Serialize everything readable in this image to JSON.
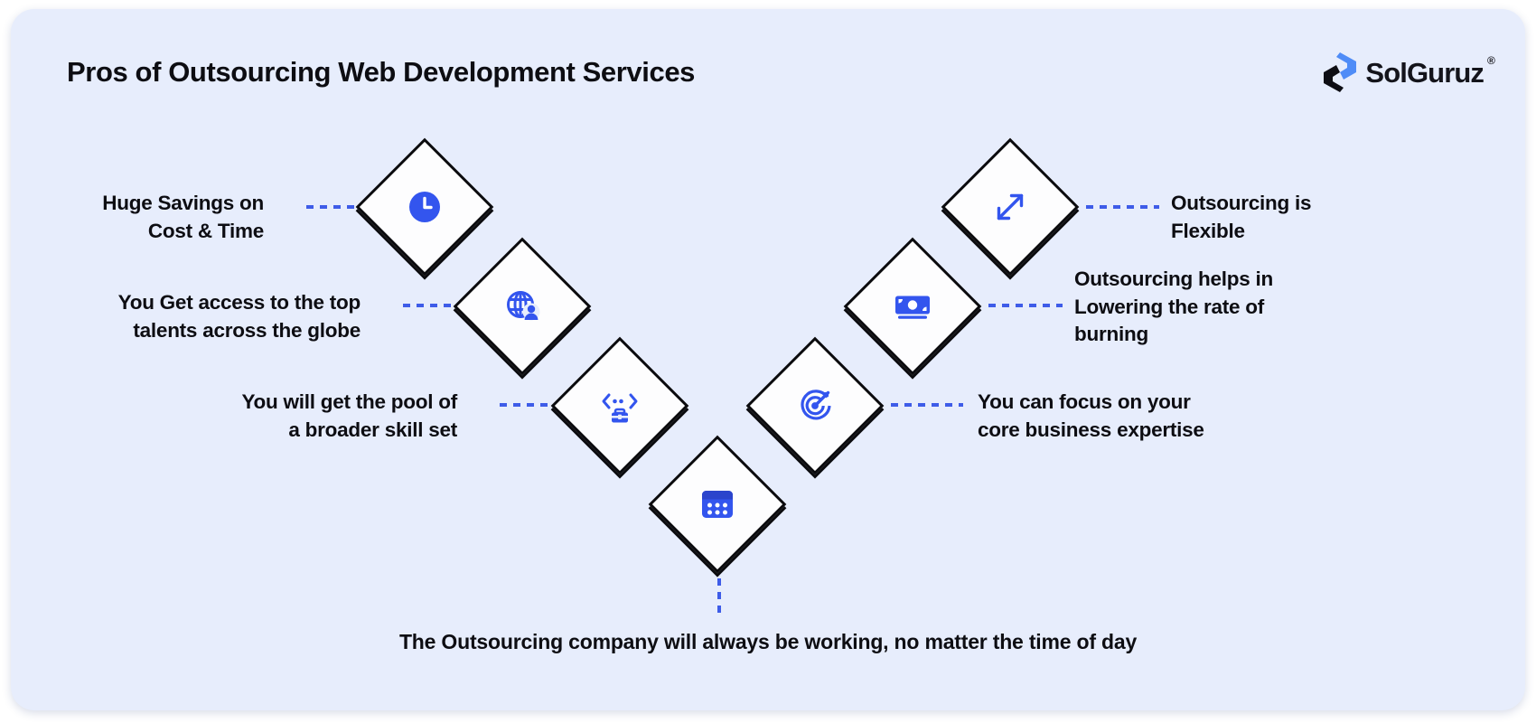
{
  "header": {
    "title": "Pros of Outsourcing Web Development Services",
    "logo_text": "SolGuruz",
    "logo_registered": "®"
  },
  "colors": {
    "background": "#E7EDFC",
    "page": "#FFFFFF",
    "accent_blue": "#3355EE",
    "logo_blue": "#4F8CF7",
    "ink": "#0D0D12",
    "connector": "#3E5CE8",
    "diamond_fill": "#FDFDFE",
    "diamond_border": "#0B0B0E"
  },
  "nodes": [
    {
      "id": "savings",
      "icon": "clock-icon",
      "label": "Huge Savings on\nCost & Time",
      "side": "left"
    },
    {
      "id": "top-talent",
      "icon": "globe-user-icon",
      "label": "You Get access to the top\ntalents across the globe",
      "side": "left"
    },
    {
      "id": "skill-set",
      "icon": "code-toolbox-icon",
      "label": "You will get the pool of\na broader skill set",
      "side": "left"
    },
    {
      "id": "always-on",
      "icon": "calendar-icon",
      "label": "The Outsourcing company will always be working, no matter the time of day",
      "side": "bottom"
    },
    {
      "id": "core-focus",
      "icon": "target-arrow-icon",
      "label": "You can focus on your\ncore business expertise",
      "side": "right"
    },
    {
      "id": "burn-rate",
      "icon": "money-icon",
      "label": "Outsourcing helps in\nLowering the rate of\nburning",
      "side": "right"
    },
    {
      "id": "flexible",
      "icon": "expand-arrows-icon",
      "label": "Outsourcing is\nFlexible",
      "side": "right"
    }
  ],
  "labels": {
    "savings_l1": "Huge Savings on",
    "savings_l2": "Cost & Time",
    "talent_l1": "You Get access to the top",
    "talent_l2": "talents across the globe",
    "skill_l1": "You will get the pool of",
    "skill_l2": "a broader skill set",
    "flexible_l1": "Outsourcing is",
    "flexible_l2": "Flexible",
    "burning_l1": "Outsourcing helps in",
    "burning_l2": "Lowering the rate of",
    "burning_l3": "burning",
    "focus_l1": "You can focus on your",
    "focus_l2": "core business expertise",
    "caption": "The Outsourcing company will always be working, no matter the time of day"
  }
}
